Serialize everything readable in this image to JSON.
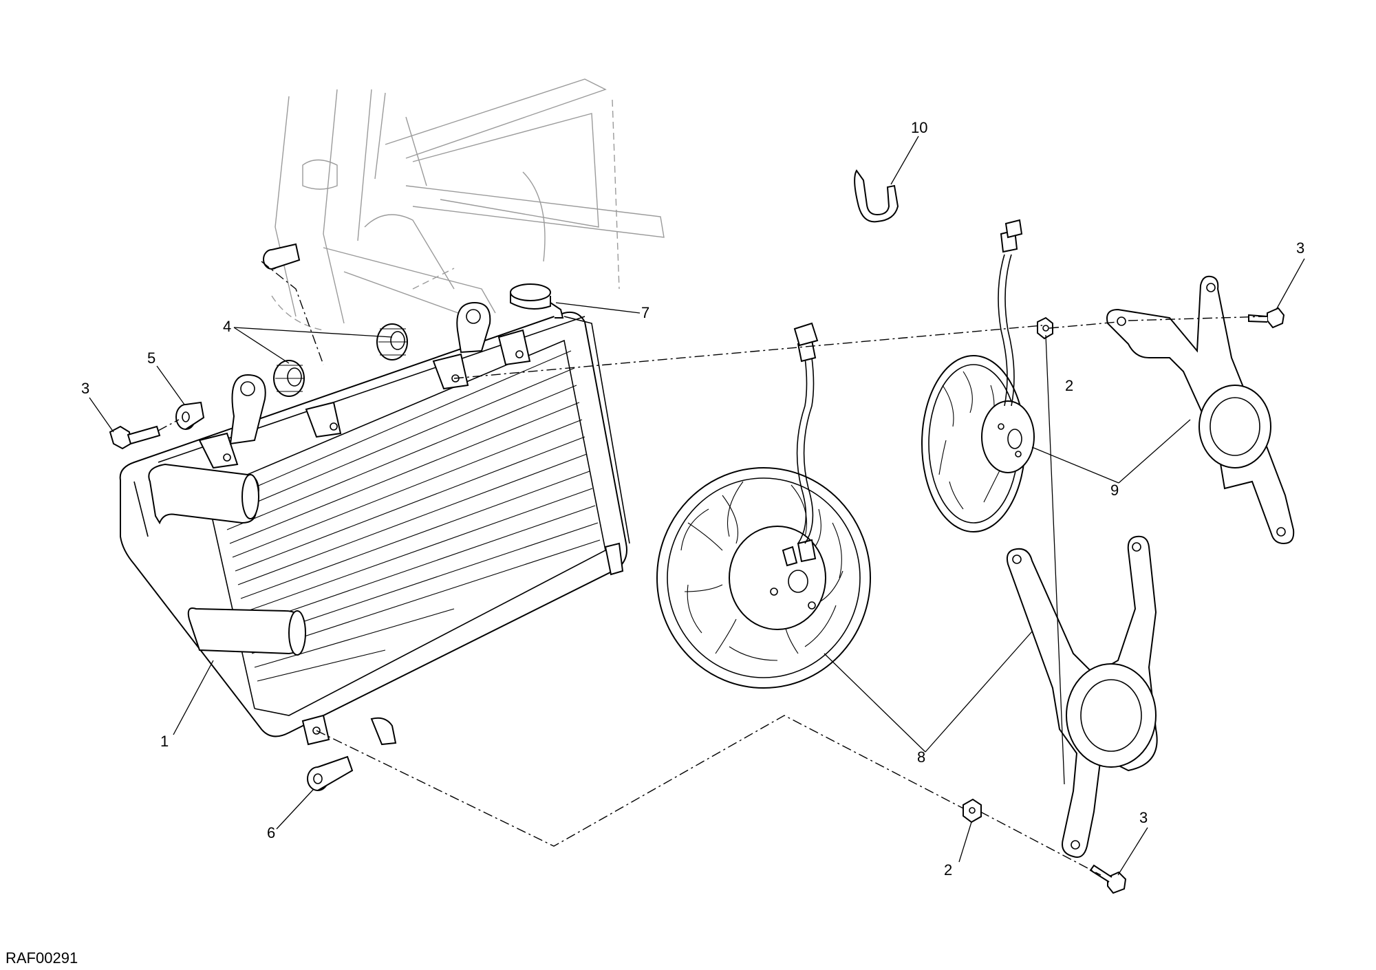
{
  "drawing_code": "RAF00291",
  "callouts": [
    {
      "id": "c1",
      "label": "1"
    },
    {
      "id": "c2a",
      "label": "2"
    },
    {
      "id": "c2b",
      "label": "2"
    },
    {
      "id": "c3a",
      "label": "3"
    },
    {
      "id": "c3b",
      "label": "3"
    },
    {
      "id": "c3c",
      "label": "3"
    },
    {
      "id": "c4",
      "label": "4"
    },
    {
      "id": "c5",
      "label": "5"
    },
    {
      "id": "c6",
      "label": "6"
    },
    {
      "id": "c7",
      "label": "7"
    },
    {
      "id": "c8",
      "label": "8"
    },
    {
      "id": "c9",
      "label": "9"
    },
    {
      "id": "c10",
      "label": "10"
    }
  ],
  "colors": {
    "line": "#000000",
    "frame": "#9a9a9a",
    "background": "#ffffff"
  }
}
